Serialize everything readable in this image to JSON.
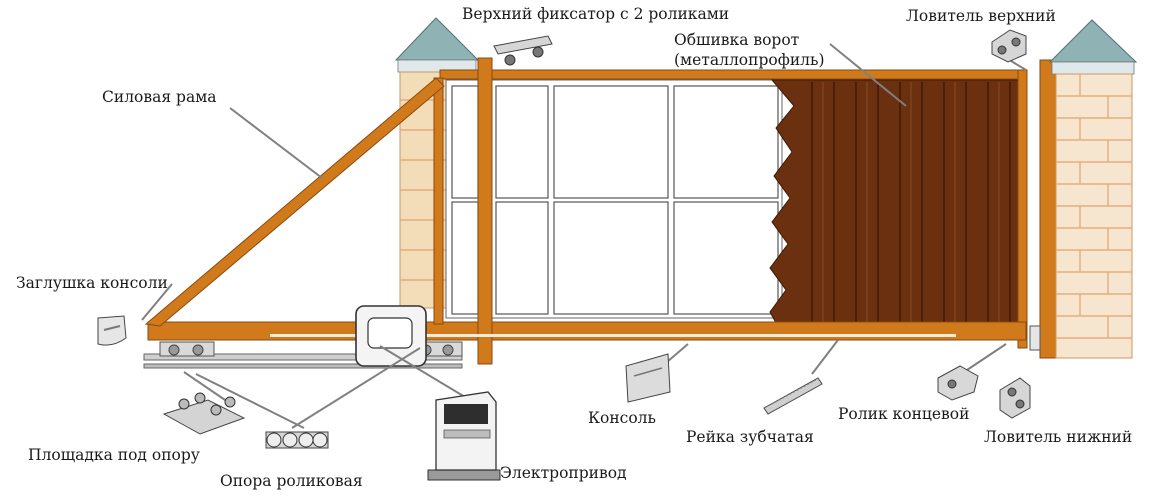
{
  "labels": {
    "top_fixer": "Верхний фиксатор с 2 роликами",
    "top_catcher": "Ловитель верхний",
    "sheathing_line1": "Обшивка ворот",
    "sheathing_line2": "(металлопрофиль)",
    "frame": "Силовая рама",
    "console_cap": "Заглушка консоли",
    "support_pad": "Площадка под опору",
    "roller_support": "Опора роликовая",
    "drive": "Электропривод",
    "console": "Консоль",
    "gear_rack": "Рейка зубчатая",
    "end_roller": "Ролик концевой",
    "bottom_catcher": "Ловитель нижний"
  },
  "colors": {
    "frame": "#d07a1c",
    "sheathing": "#6a3010",
    "brick": "#e2a46b",
    "roof": "#8fb2b5",
    "leader": "#808080"
  }
}
